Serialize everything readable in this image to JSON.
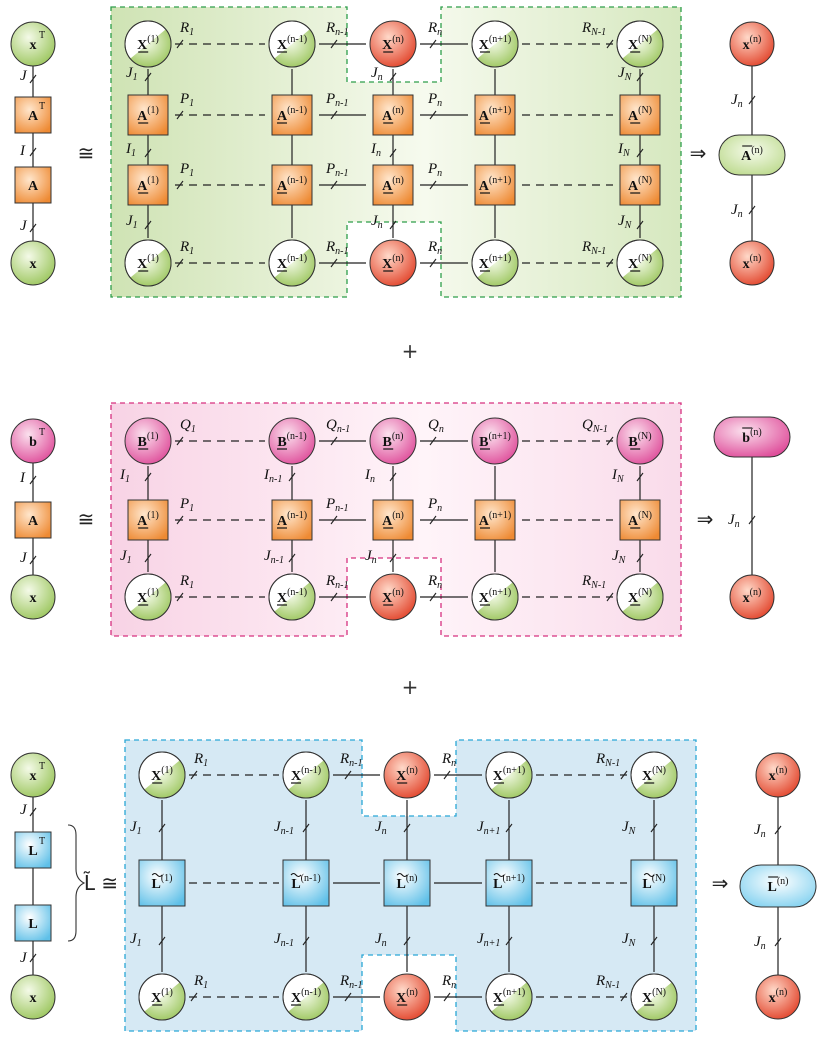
{
  "operators": {
    "cong": "≅",
    "implies": "⇒",
    "plus": "+",
    "L_cong": "L̃ ≅"
  },
  "panel1": {
    "left": {
      "top": "x",
      "top_sup": "T",
      "mat1": "A",
      "mat1_sup": "T",
      "mat2": "A",
      "bottom": "x",
      "bond1": "J",
      "bond2": "I",
      "bond3": "J"
    },
    "row_top": [
      "X(1)",
      "X(n-1)",
      "X(n)",
      "X(n+1)",
      "X(N)"
    ],
    "row_a1": [
      "A(1)",
      "A(n-1)",
      "A(n)",
      "A(n+1)",
      "A(N)"
    ],
    "row_a2": [
      "A(1)",
      "A(n-1)",
      "A(n)",
      "A(n+1)",
      "A(N)"
    ],
    "row_bottom": [
      "X(1)",
      "X(n-1)",
      "X(n)",
      "X(n+1)",
      "X(N)"
    ],
    "h_top": [
      "R1",
      "Rn-1",
      "Rn",
      "RN-1"
    ],
    "h_a1": [
      "P1",
      "Pn-1",
      "Pn"
    ],
    "h_a2": [
      "P1",
      "Pn-1",
      "Pn"
    ],
    "h_bottom": [
      "R1",
      "Rn-1",
      "Rn",
      "RN-1"
    ],
    "v_top": [
      "J1",
      "Jn",
      "JN"
    ],
    "v_mid": [
      "I1",
      "In",
      "IN"
    ],
    "v_bot": [
      "J1",
      "Jn",
      "JN"
    ],
    "right": {
      "top": "x(n)",
      "middle": "A(n)",
      "bottom": "x(n)",
      "bond1": "Jn",
      "bond2": "Jn"
    },
    "colors": {
      "frame": "#2e9e4a",
      "fill": "#dcebc8",
      "green_node": "#a9cf6f",
      "red_node": "#e8553c",
      "orange_node": "#f0923f"
    }
  },
  "panel2": {
    "left": {
      "top": "b",
      "top_sup": "T",
      "mat": "A",
      "bottom": "x",
      "bond1": "I",
      "bond2": "J"
    },
    "row_top": [
      "B(1)",
      "B(n-1)",
      "B(n)",
      "B(n+1)",
      "B(N)"
    ],
    "row_a": [
      "A(1)",
      "A(n-1)",
      "A(n)",
      "A(n+1)",
      "A(N)"
    ],
    "row_bottom": [
      "X(1)",
      "X(n-1)",
      "X(n)",
      "X(n+1)",
      "X(N)"
    ],
    "h_top": [
      "Q1",
      "Qn-1",
      "Qn",
      "QN-1"
    ],
    "h_a": [
      "P1",
      "Pn-1",
      "Pn"
    ],
    "h_bottom": [
      "R1",
      "Rn-1",
      "Rn",
      "RN-1"
    ],
    "v_top": [
      "I1",
      "In-1",
      "In",
      "IN"
    ],
    "v_bot": [
      "J1",
      "Jn-1",
      "Jn",
      "JN"
    ],
    "right": {
      "top": "b(n)",
      "bottom": "x(n)",
      "bond": "Jn"
    },
    "colors": {
      "frame": "#d6317f",
      "fill": "#fbe3ef",
      "pink_node": "#e55ba3"
    }
  },
  "panel3": {
    "left": {
      "top": "x",
      "top_sup": "T",
      "mat1": "L",
      "mat1_sup": "T",
      "mat2": "L",
      "bottom": "x",
      "bond1": "J",
      "bond2": "J"
    },
    "row_top": [
      "X(1)",
      "X(n-1)",
      "X(n)",
      "X(n+1)",
      "X(N)"
    ],
    "row_l": [
      "L(1)",
      "L(n-1)",
      "L(n)",
      "L(n+1)",
      "L(N)"
    ],
    "row_bottom": [
      "X(1)",
      "X(n-1)",
      "X(n)",
      "X(n+1)",
      "X(N)"
    ],
    "h_top": [
      "R1",
      "Rn-1",
      "Rn",
      "RN-1"
    ],
    "h_bottom": [
      "R1",
      "Rn-1",
      "Rn",
      "RN-1"
    ],
    "v_top": [
      "J1",
      "Jn-1",
      "Jn",
      "Jn+1",
      "JN"
    ],
    "v_bot": [
      "J1",
      "Jn-1",
      "Jn",
      "Jn+1",
      "JN"
    ],
    "right": {
      "top": "x(n)",
      "middle": "L(n)",
      "bottom": "x(n)",
      "bond1": "Jn",
      "bond2": "Jn"
    },
    "colors": {
      "frame": "#2aa7d6",
      "fill": "#d6e9f4",
      "blue_node": "#6cc6ea"
    }
  }
}
